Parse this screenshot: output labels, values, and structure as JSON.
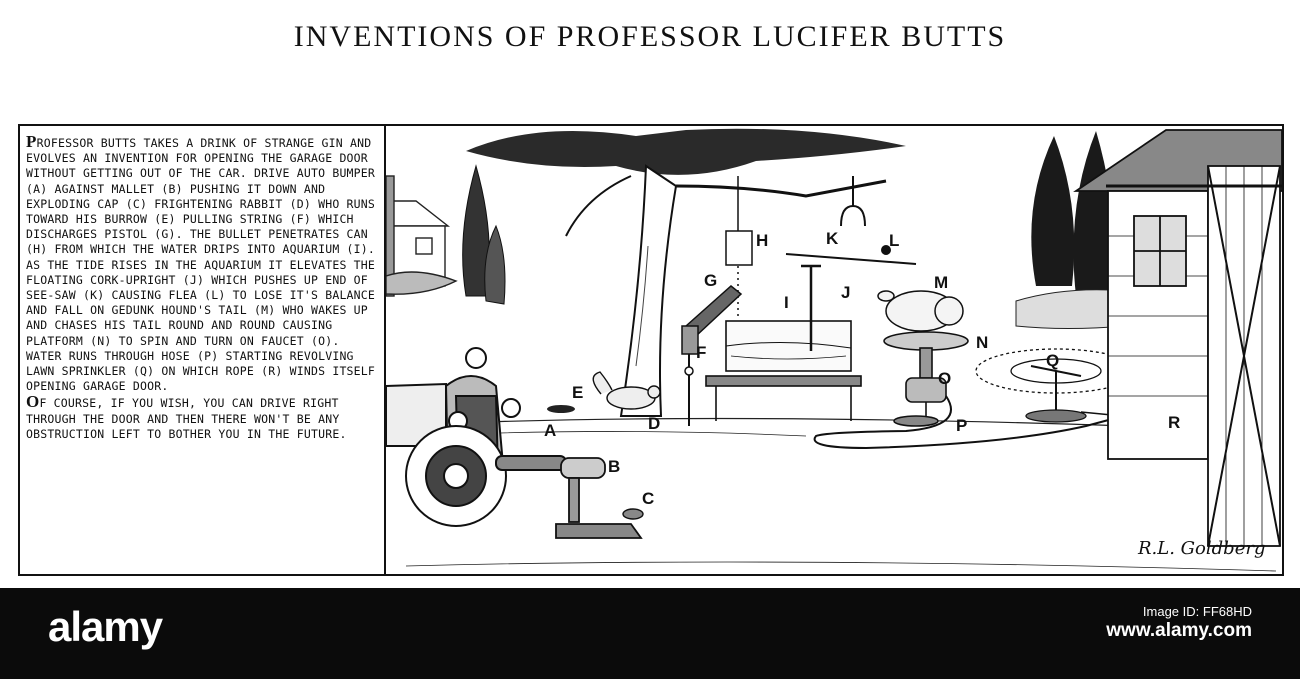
{
  "title": "INVENTIONS OF PROFESSOR LUCIFER BUTTS",
  "caption": {
    "p1_initial": "P",
    "p1": "rofessor Butts takes a drink of strange gin and evolves an invention for opening the garage door without getting out of the car. Drive auto bumper (A) against mallet (B) pushing it down and exploding cap (C) frightening rabbit (D) who runs toward his burrow (E) pulling string (F) which discharges pistol (G). The bullet penetrates can (H) from which the water drips into aquarium (I). As the tide rises in the aquarium it elevates the floating cork-upright (J) which pushes up end of see-saw (K) causing flea (L) to lose it's balance and fall on Gedunk Hound's tail (M) who wakes up and chases his tail round and round causing platform (N) to spin and turn on faucet (O). Water runs through hose (P) starting revolving lawn sprinkler (Q) on which rope (R) winds itself opening garage door.",
    "p2_initial": "O",
    "p2": "f course, if you wish, you can drive right through the door and then there won't be any obstruction left to bother you in the future."
  },
  "labels": {
    "A": "A",
    "B": "B",
    "C": "C",
    "D": "D",
    "E": "E",
    "F": "F",
    "G": "G",
    "H": "H",
    "I": "I",
    "J": "J",
    "K": "K",
    "L": "L",
    "M": "M",
    "N": "N",
    "O": "O",
    "P": "P",
    "Q": "Q",
    "R": "R"
  },
  "signature": "R.L. Goldberg",
  "footer": {
    "logo": "alamy",
    "image_id_label": "Image ID: FF68HD",
    "url": "www.alamy.com"
  }
}
